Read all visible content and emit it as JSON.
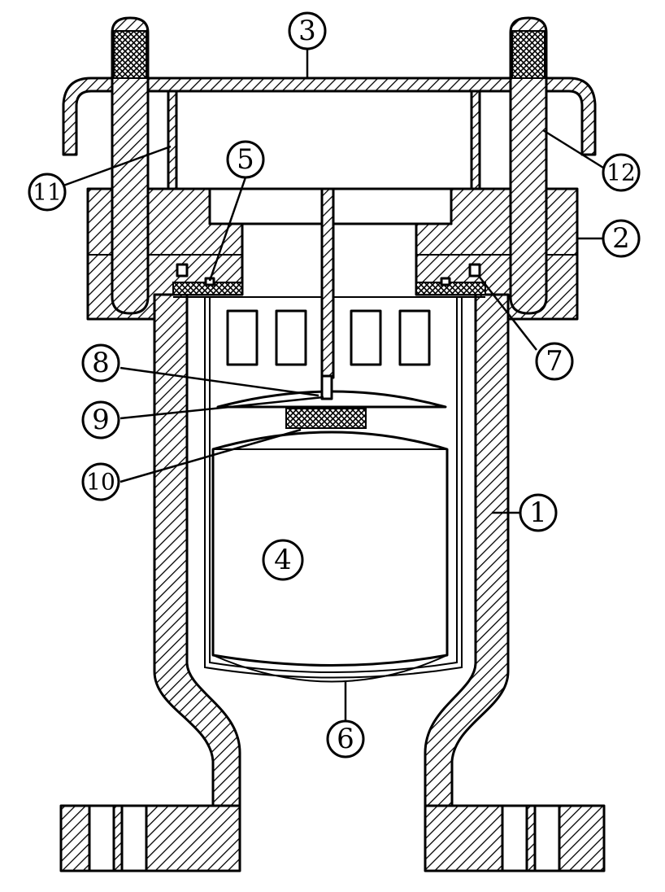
{
  "labels": {
    "part_1": "1",
    "part_2": "2",
    "part_3": "3",
    "part_4": "4",
    "part_5": "5",
    "part_6": "6",
    "part_7": "7",
    "part_8": "8",
    "part_9": "9",
    "part_10": "10",
    "part_11": "11",
    "part_12": "12"
  },
  "colors": {
    "ink": "#000000",
    "background": "#ffffff"
  }
}
